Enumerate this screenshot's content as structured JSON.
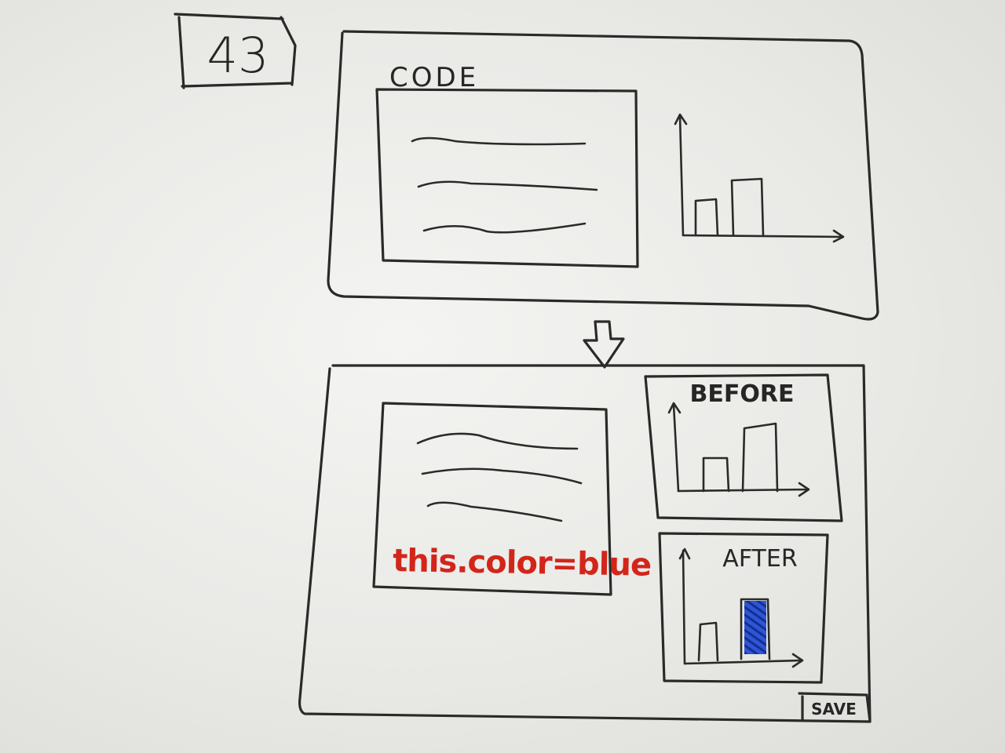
{
  "sketch_number": "43",
  "top_panel": {
    "code_label": "CODE"
  },
  "bottom_panel": {
    "code_snippet": "this.color=blue",
    "before_label": "BEFORE",
    "after_label": "AFTER",
    "save_label": "SAVE"
  },
  "colors": {
    "ink": "#2a2a2a",
    "code_red": "#d2261a",
    "highlight_blue": "#1f3fae"
  }
}
